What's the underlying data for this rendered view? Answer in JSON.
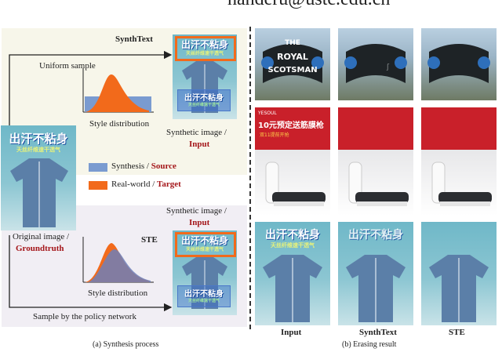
{
  "header": {
    "email_fragment": "handeru@ustc.edu.cn"
  },
  "left": {
    "synthtext_title": "SynthText",
    "uniform_sample": "Uniform sample",
    "style_distribution_1": "Style distribution",
    "synthetic_image_1": "Synthetic image /",
    "input_1": "Input",
    "legend_synthesis": "Synthesis /",
    "legend_source": "Source",
    "legend_realworld": "Real-world /",
    "legend_target": "Target",
    "synthetic_image_2": "Synthetic image /",
    "input_2": "Input",
    "original_image": "Original image /",
    "groundtruth": "Groundtruth",
    "ste_title": "STE",
    "style_distribution_2": "Style distribution",
    "policy_sample": "Sample by the policy network",
    "caption": "(a)  Synthesis process"
  },
  "right": {
    "col_input": "Input",
    "col_synthtext": "SynthText",
    "col_ste": "STE",
    "caption": "(b)  Erasing result",
    "sign_line1": "THE",
    "sign_line2": "ROYAL",
    "sign_line3": "SCOTSMAN",
    "promo_brand": "YESOUL",
    "promo_headline": "10元预定送筋膜枪",
    "promo_sub": "双11提前开抢"
  },
  "shirt": {
    "title": "出汗不粘身",
    "subtitle": "天丝纤维速干透气"
  },
  "colors": {
    "synthesis": "#7a9bd0",
    "realworld": "#f26a1b",
    "accent_red": "#a4161a",
    "synth_bg": "#f7f6ea",
    "ste_bg": "#f1eef4"
  }
}
